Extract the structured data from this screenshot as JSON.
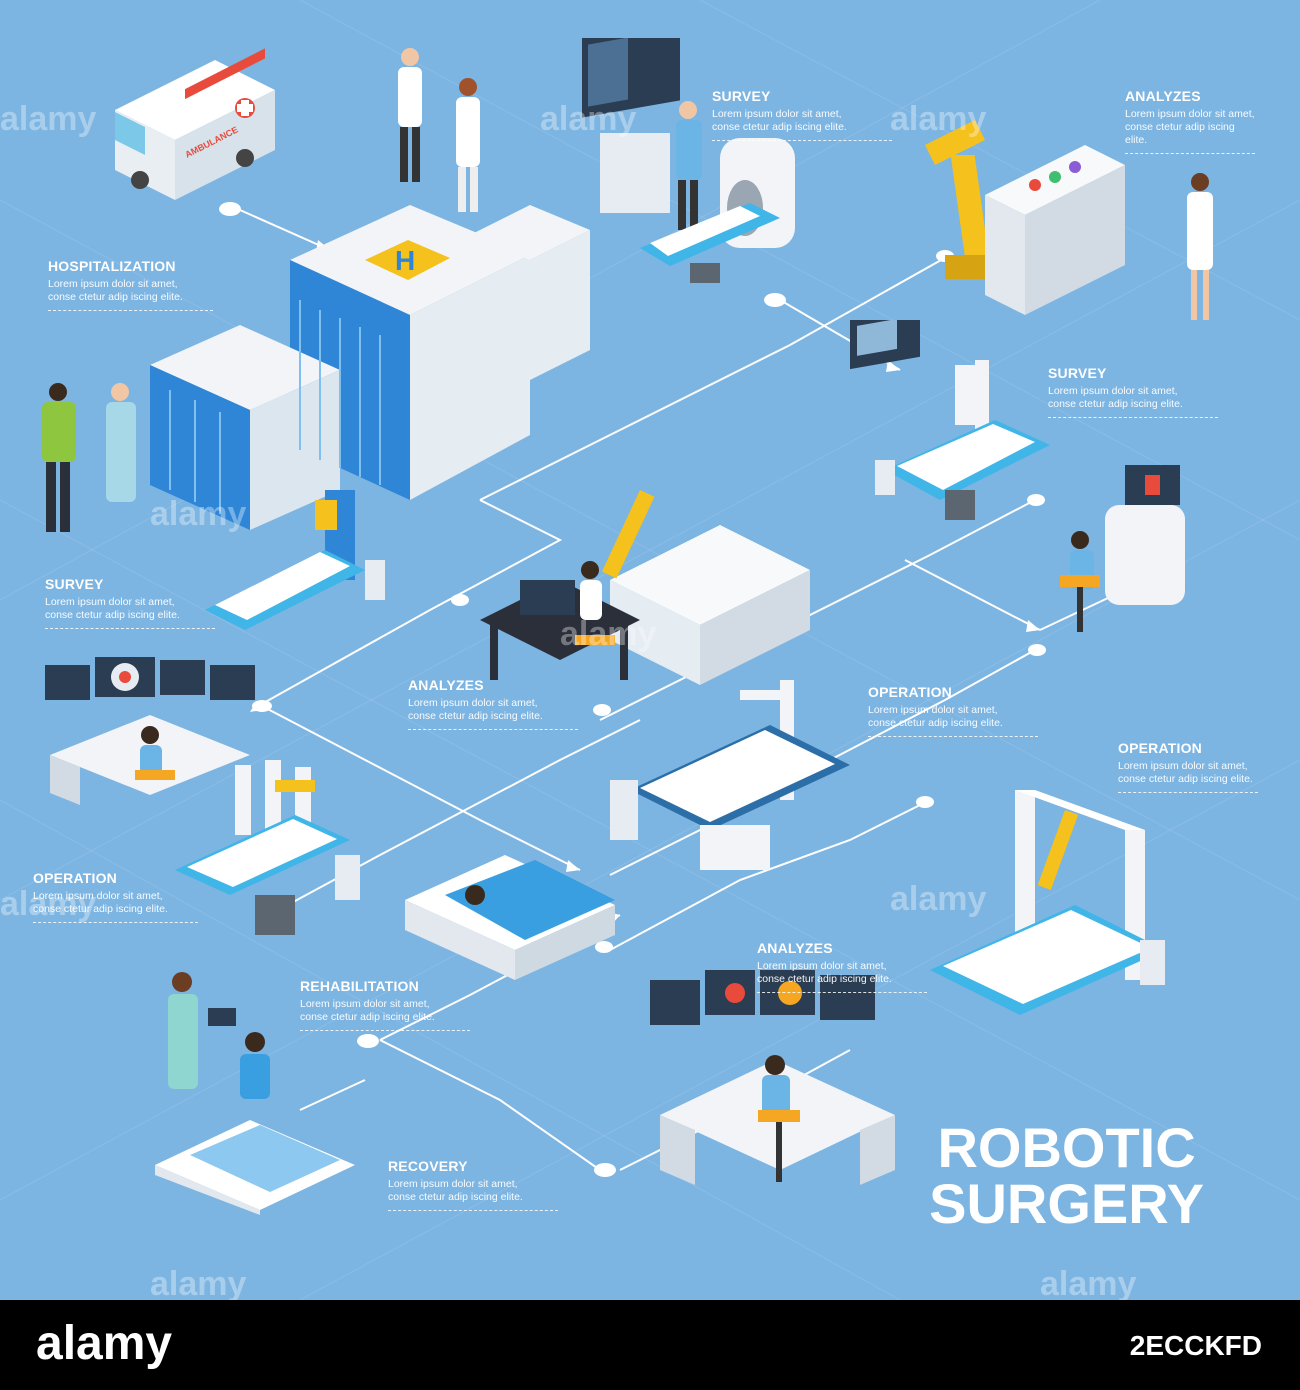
{
  "brand": {
    "line1": "ROBOTIC",
    "line2": "SURGERY"
  },
  "lorem_line1": "Lorem ipsum dolor sit amet,",
  "lorem_line2": "conse ctetur adip iscing elite.",
  "steps": [
    {
      "title": "HOSPITALIZATION"
    },
    {
      "title": "SURVEY"
    },
    {
      "title": "ANALYZES"
    },
    {
      "title": "SURVEY"
    },
    {
      "title": "SURVEY"
    },
    {
      "title": "ANALYZES"
    },
    {
      "title": "OPERATION"
    },
    {
      "title": "OPERATION"
    },
    {
      "title": "OPERATION"
    },
    {
      "title": "REHABILITATION"
    },
    {
      "title": "ANALYZES"
    },
    {
      "title": "RECOVERY"
    }
  ],
  "ambulance_text": "AMBULANCE",
  "helipad_letter": "H",
  "watermark": "alamy",
  "footer": {
    "logo": "alamy",
    "image_id": "2ECCKFD"
  },
  "colors": {
    "background": "#7cb4e2",
    "accent_yellow": "#f5c11c",
    "building_blue": "#2f86d6",
    "bed_blue": "#3a9fe0"
  }
}
